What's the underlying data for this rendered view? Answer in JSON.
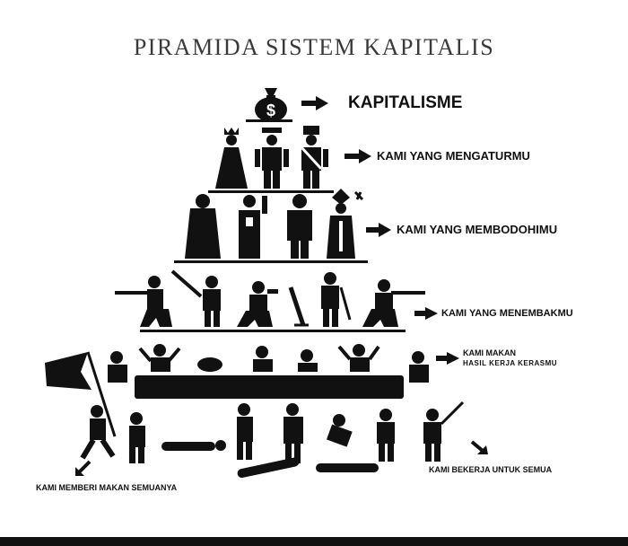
{
  "title": "PIRAMIDA SISTEM KAPITALIS",
  "icons": {
    "money_bag": "money-bag-icon",
    "symbol": "$"
  },
  "levels": [
    {
      "label": "KAPITALISME"
    },
    {
      "label": "KAMI YANG MENGATURMU"
    },
    {
      "label": "KAMI YANG MEMBODOHIMU"
    },
    {
      "label": "KAMI YANG MENEMBAKMU"
    },
    {
      "label": "KAMI MAKAN",
      "sublabel": "HASIL KERJA KERASMU"
    },
    {
      "label": "KAMI BEKERJA UNTUK SEMUA"
    },
    {
      "label": "KAMI MEMBERI MAKAN SEMUANYA"
    }
  ],
  "colors": {
    "ink": "#111111",
    "title": "#3a3a3a",
    "background": "#ffffff"
  }
}
